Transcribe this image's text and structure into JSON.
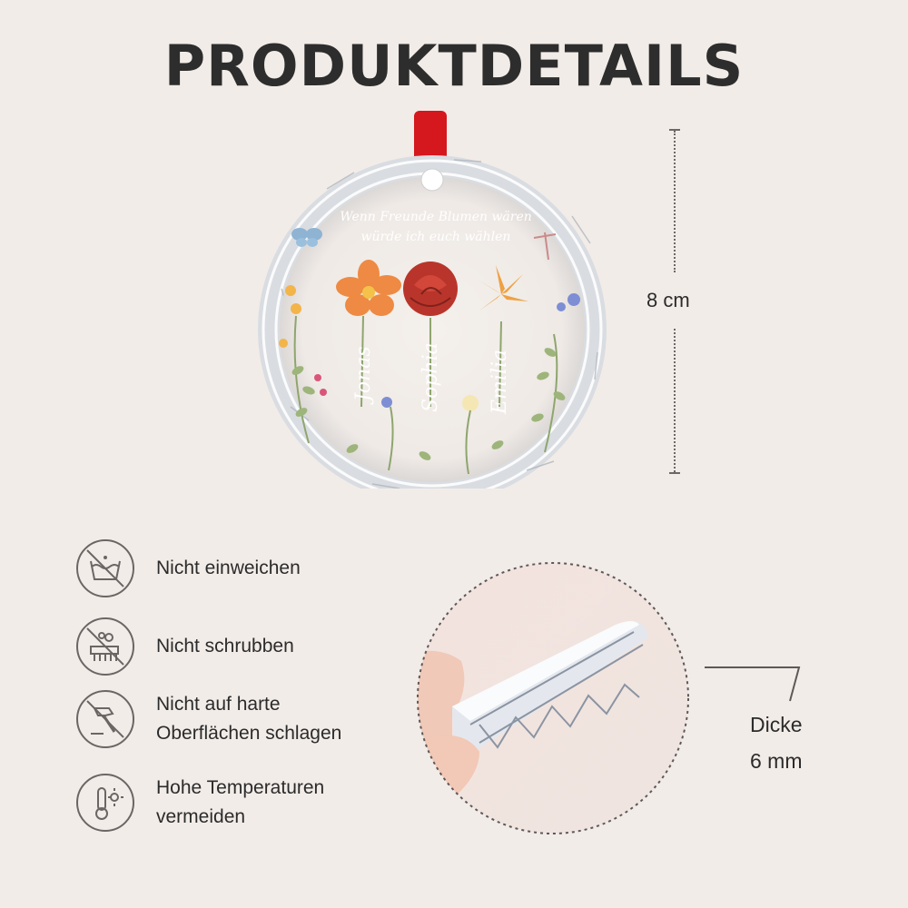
{
  "heading": "PRODUKTDETAILS",
  "ornament": {
    "verse_line1": "Wenn Freunde Blumen wären",
    "verse_line2": "würde ich euch wählen",
    "names": [
      "Jonas",
      "Sophia",
      "Emilia"
    ],
    "ribbon_color": "#d5171e"
  },
  "dimensions": {
    "diameter": "8 cm",
    "thickness_label": "Dicke",
    "thickness_value": "6 mm"
  },
  "care": [
    {
      "icon": "no-soak-icon",
      "label": "Nicht einweichen"
    },
    {
      "icon": "no-scrub-icon",
      "label": "Nicht schrubben"
    },
    {
      "icon": "no-hammer-icon",
      "label_line1": "Nicht auf harte",
      "label_line2": "Oberflächen schlagen"
    },
    {
      "icon": "no-heat-icon",
      "label_line1": "Hohe Temperaturen",
      "label_line2": "vermeiden"
    }
  ],
  "colors": {
    "background": "#f2ece8",
    "text": "#2d2d2d",
    "icon_stroke": "#6b6565"
  }
}
